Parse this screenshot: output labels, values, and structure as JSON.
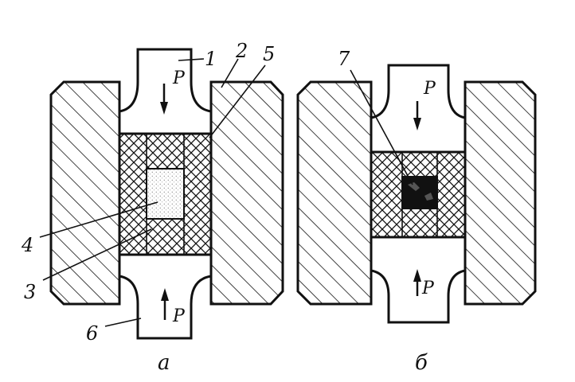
{
  "figure": {
    "panel_a": {
      "caption": "а",
      "force_top": "P",
      "force_bottom": "P",
      "callouts": [
        "1",
        "2",
        "5",
        "4",
        "3",
        "6"
      ]
    },
    "panel_b": {
      "caption": "б",
      "force_top": "P",
      "force_bottom": "P",
      "callouts": [
        "7"
      ]
    }
  },
  "colors": {
    "ink": "#111111",
    "paper": "#ffffff",
    "core_dark": "#111111"
  }
}
